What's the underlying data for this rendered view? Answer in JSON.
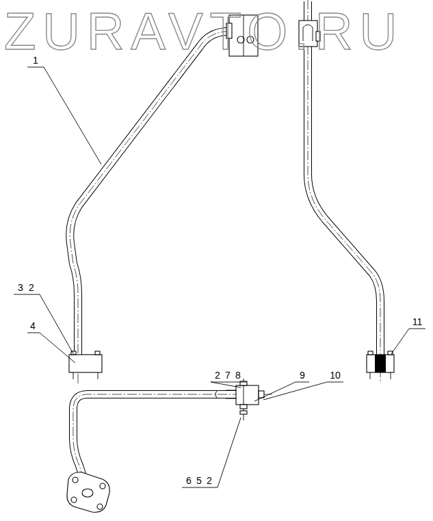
{
  "diagram": {
    "labels": [
      "ZURAVTO.RU",
      "1",
      "3",
      "2",
      "4",
      "2",
      "7",
      "8",
      "9",
      "10",
      "11",
      "6",
      "5",
      "2"
    ]
  }
}
